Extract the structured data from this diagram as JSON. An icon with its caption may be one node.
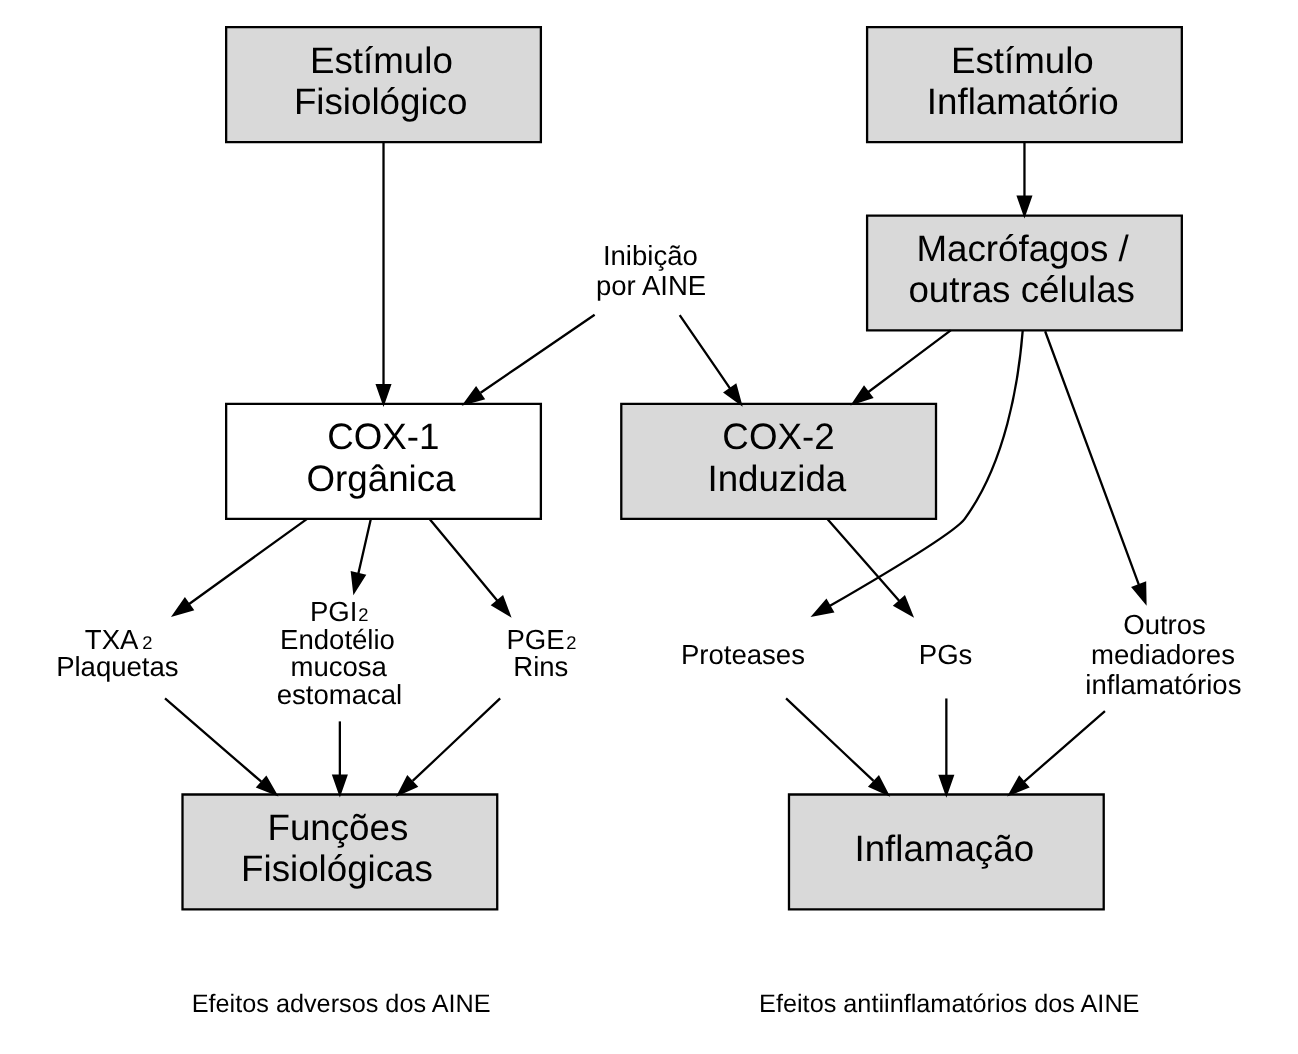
{
  "diagram": {
    "nodes": [
      {
        "text": [
          "Estímulo Fisiológico"
        ]
      },
      {
        "text": [
          "Estímulo Inflamatório"
        ]
      },
      {
        "text": [
          "Macrófagos / outras células"
        ]
      },
      {
        "text": [
          "Inibição por AINE"
        ]
      },
      {
        "text": [
          "COX-1 Orgânica"
        ]
      },
      {
        "text": [
          "COX-2 Induzida"
        ]
      },
      {
        "text": [
          "TXA$_{2}$ Plaquetas"
        ]
      },
      {
        "text": [
          "PGI$_{2}$ Endotélio mucosa estomacal"
        ]
      },
      {
        "text": [
          "PGE$_{2}$ Rins"
        ]
      },
      {
        "text": [
          "Proteases"
        ]
      },
      {
        "text": [
          "PGs"
        ]
      },
      {
        "text": [
          "Outros mediadores inflamatórios"
        ]
      },
      {
        "text": [
          "Funções Fisiológicas"
        ],
        "beside": [
          "Efeitos adversos dos AINE"
        ]
      },
      {
        "text": [
          "Inflamação"
        ],
        "beside": [
          "Efeitos antiinflamatórios dos AINE"
        ]
      }
    ],
    "edges": [
      {
        "from": 0,
        "to": 4,
        "arrow": "to"
      },
      {
        "from": 1,
        "to": 2,
        "arrow": "to"
      },
      {
        "from": 2,
        "to": 5,
        "arrow": "to"
      },
      {
        "from": 2,
        "to": 9,
        "arrow": "to"
      },
      {
        "from": 2,
        "to": 11,
        "arrow": "to"
      },
      {
        "from": 3,
        "to": 4,
        "arrow": "to"
      },
      {
        "from": 3,
        "to": 5,
        "arrow": "to"
      },
      {
        "from": 4,
        "to": 6,
        "arrow": "to"
      },
      {
        "from": 4,
        "to": 7,
        "arrow": "to"
      },
      {
        "from": 4,
        "to": 8,
        "arrow": "to"
      },
      {
        "from": 5,
        "to": 10,
        "arrow": "to"
      },
      {
        "from": 6,
        "to": 12,
        "arrow": "to"
      },
      {
        "from": 7,
        "to": 12,
        "arrow": "to"
      },
      {
        "from": 8,
        "to": 12,
        "arrow": "to"
      },
      {
        "from": 9,
        "to": 13,
        "arrow": "to"
      },
      {
        "from": 10,
        "to": 13,
        "arrow": "to"
      },
      {
        "from": 11,
        "to": 13,
        "arrow": "to"
      }
    ]
  }
}
